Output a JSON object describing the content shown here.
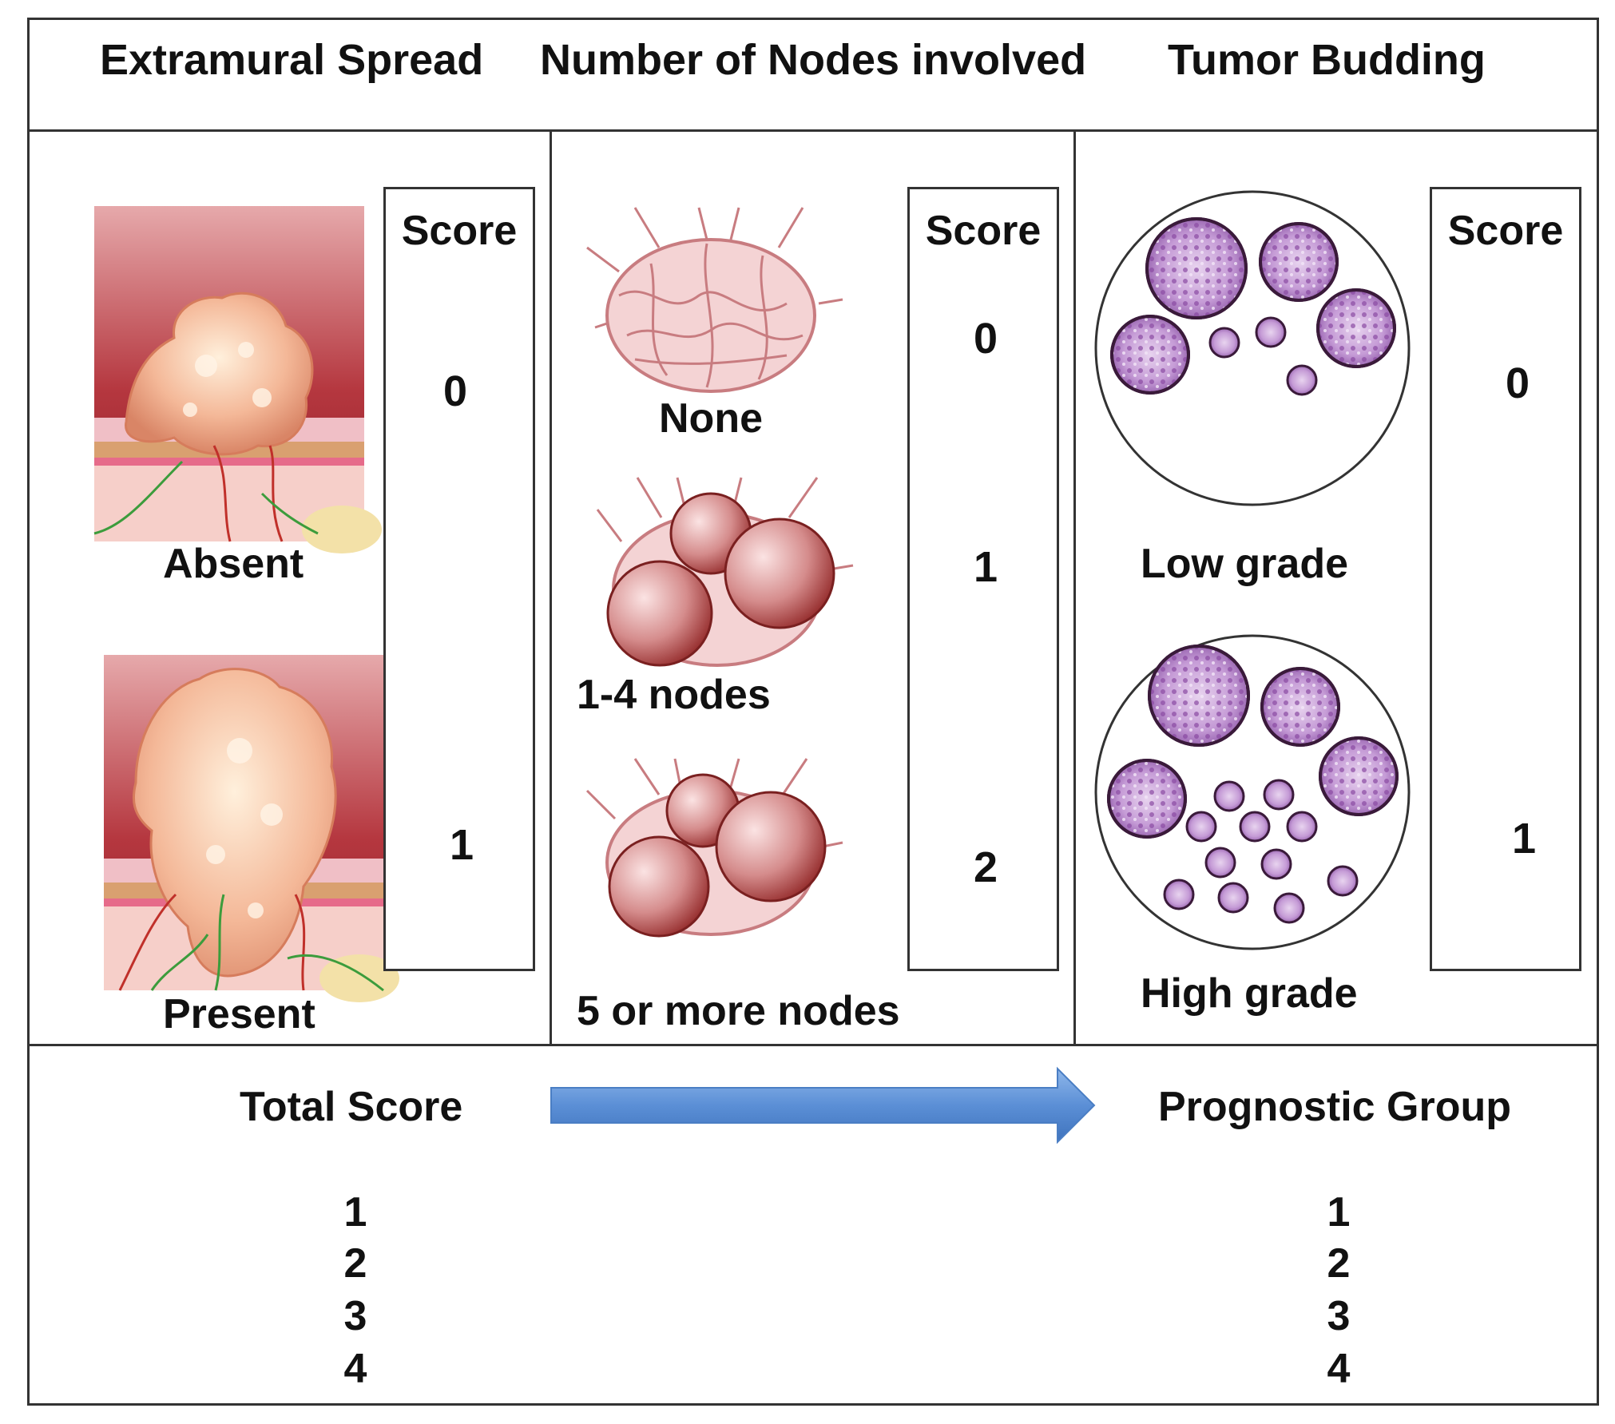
{
  "headers": {
    "extramural": "Extramural Spread",
    "nodes": "Number of Nodes involved",
    "budding": "Tumor Budding"
  },
  "extramural": {
    "score_title": "Score",
    "absent_label": "Absent",
    "present_label": "Present",
    "scores": [
      "0",
      "1"
    ]
  },
  "nodes": {
    "score_title": "Score",
    "none_label": "None",
    "few_label": "1-4 nodes",
    "many_label": "5 or more nodes",
    "scores": [
      "0",
      "1",
      "2"
    ]
  },
  "budding": {
    "score_title": "Score",
    "low_label": "Low grade",
    "high_label": "High grade",
    "scores": [
      "0",
      "1"
    ]
  },
  "footer": {
    "total_label": "Total Score",
    "group_label": "Prognostic Group",
    "total_values": [
      "1",
      "2",
      "3",
      "4"
    ],
    "group_values": [
      "1",
      "2",
      "3",
      "4"
    ]
  },
  "colors": {
    "arrow": "#5b8fd6",
    "node_dark": "#9b2a2a",
    "node_light": "#e8b4b4",
    "tissue_purple": "#b585c8",
    "tumor": "#f2b38f",
    "lumen": "#b8444c"
  }
}
